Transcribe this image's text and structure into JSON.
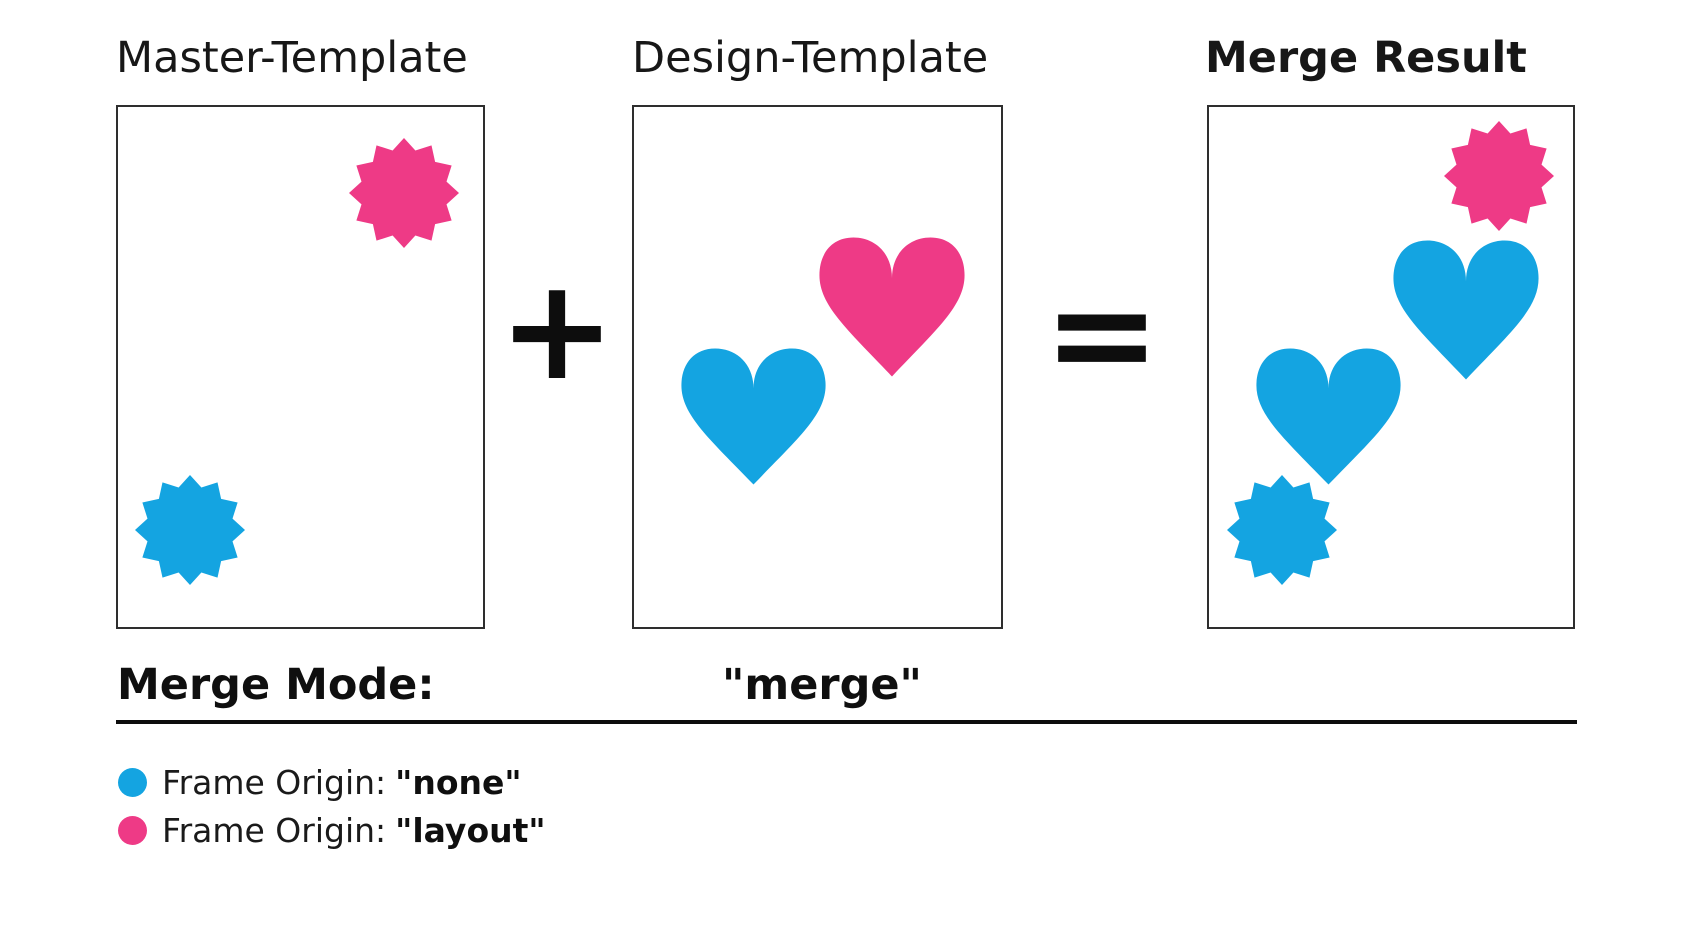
{
  "colors": {
    "blue": "#14A4E1",
    "pink": "#EE3A86",
    "ink": "#0d0d0d"
  },
  "panels": [
    {
      "title": "Master-Template",
      "shapes": [
        "pink-starburst-top-right",
        "blue-starburst-bottom-left"
      ]
    },
    {
      "title": "Design-Template",
      "shapes": [
        "pink-heart-top-right",
        "blue-heart-bottom-left"
      ]
    },
    {
      "title": "Merge Result",
      "shapes": [
        "pink-starburst-top-right",
        "blue-heart-top-right",
        "blue-heart-bottom-left",
        "blue-starburst-bottom-left"
      ]
    }
  ],
  "operators": {
    "plus": "+",
    "equals": "="
  },
  "merge_mode": {
    "label": "Merge Mode:",
    "value": "\"merge\""
  },
  "legend": [
    {
      "label": "Frame Origin:",
      "value": "\"none\"",
      "color": "#14A4E1"
    },
    {
      "label": "Frame Origin:",
      "value": "\"layout\"",
      "color": "#EE3A86"
    }
  ]
}
